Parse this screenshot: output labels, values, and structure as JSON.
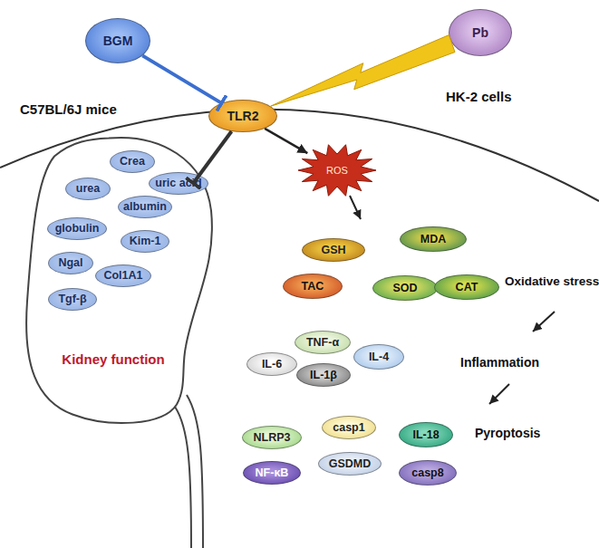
{
  "diagram": {
    "nodes": [
      {
        "text": [
          "BGM"
        ]
      },
      {
        "text": [
          "Pb"
        ]
      },
      {
        "text": [
          "TLR2"
        ]
      },
      {
        "text": [
          "Kidney function"
        ]
      },
      {
        "text": [
          "Crea"
        ],
        "in": 3
      },
      {
        "text": [
          "urea"
        ],
        "in": 3
      },
      {
        "text": [
          "uric acid"
        ],
        "in": 3
      },
      {
        "text": [
          "albumin"
        ],
        "in": 3
      },
      {
        "text": [
          "globulin"
        ],
        "in": 3
      },
      {
        "text": [
          "Kim-1"
        ],
        "in": 3
      },
      {
        "text": [
          "Ngal"
        ],
        "in": 3
      },
      {
        "text": [
          "Col1A1"
        ],
        "in": 3
      },
      {
        "text": [
          "Tgf-β"
        ],
        "in": 3
      },
      {
        "text": [
          "ROS"
        ]
      },
      {
        "text": [
          "GSH"
        ]
      },
      {
        "text": [
          "MDA"
        ]
      },
      {
        "text": [
          "TAC"
        ]
      },
      {
        "text": [
          "SOD"
        ]
      },
      {
        "text": [
          "CAT"
        ]
      },
      {
        "text": [
          "IL-6"
        ]
      },
      {
        "text": [
          "TNF-α"
        ]
      },
      {
        "text": [
          "IL-4"
        ]
      },
      {
        "text": [
          "IL-1β"
        ]
      },
      {
        "text": [
          "NLRP3"
        ]
      },
      {
        "text": [
          "casp1"
        ]
      },
      {
        "text": [
          "IL-18"
        ]
      },
      {
        "text": [
          "NF-κB"
        ]
      },
      {
        "text": [
          "GSDMD"
        ]
      },
      {
        "text": [
          "casp8"
        ]
      }
    ],
    "edges": [
      {
        "from": 0,
        "to": 2,
        "arrow": "to"
      },
      {
        "from": 1,
        "to": 2,
        "arrow": "to"
      },
      {
        "from": 2,
        "to": 3,
        "arrow": "to"
      },
      {
        "from": 2,
        "to": 13,
        "arrow": "to"
      }
    ],
    "labels": [
      "C57BL/6J mice",
      "HK-2 cells",
      "Oxidative stress",
      "Inflammation",
      "Pyroptosis"
    ]
  }
}
